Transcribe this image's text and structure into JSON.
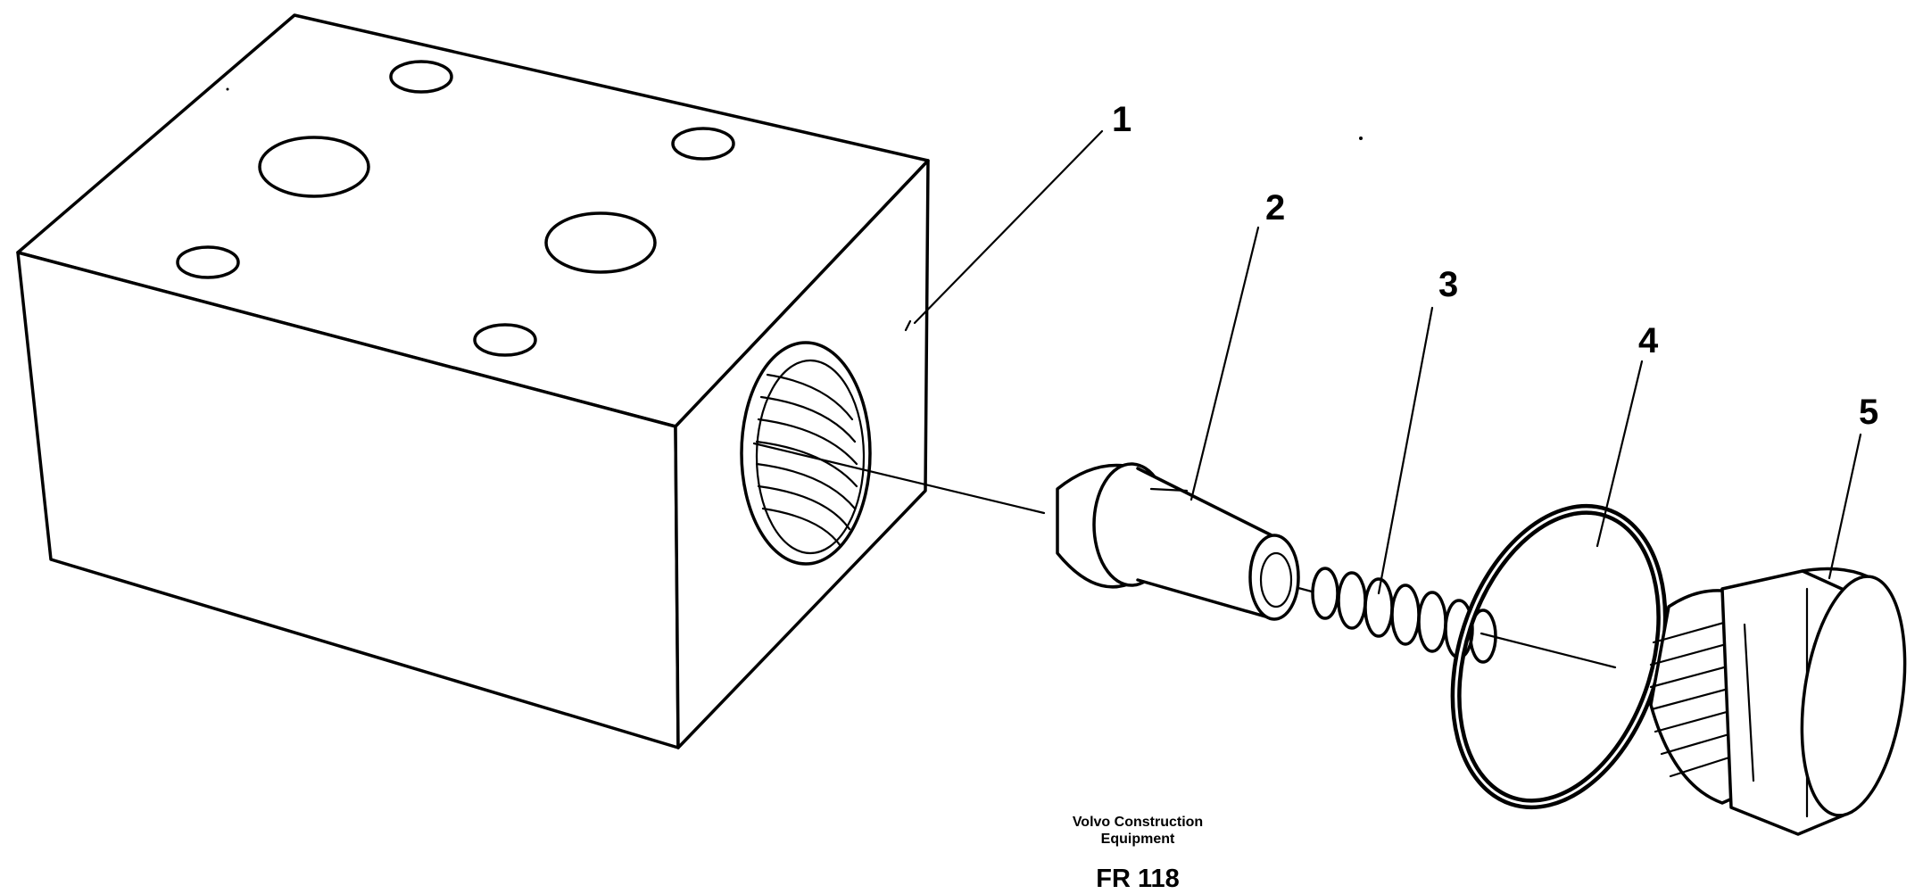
{
  "callouts": [
    {
      "number": "1"
    },
    {
      "number": "2"
    },
    {
      "number": "3"
    },
    {
      "number": "4"
    },
    {
      "number": "5"
    }
  ],
  "footer": {
    "credit_line_1": "Volvo Construction",
    "credit_line_2": "Equipment",
    "drawing_code": "FR 118"
  }
}
